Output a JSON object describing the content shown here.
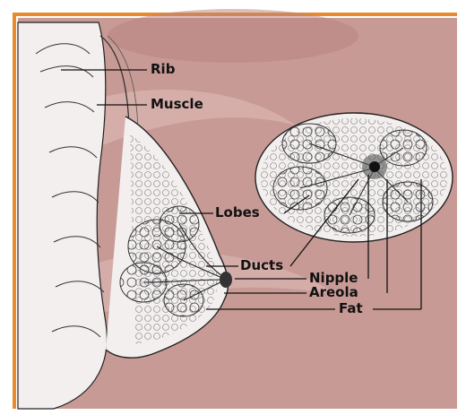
{
  "labels": {
    "rib": "Rib",
    "muscle": "Muscle",
    "lobes": "Lobes",
    "ducts": "Ducts",
    "nipple": "Nipple",
    "areola": "Areola",
    "fat": "Fat"
  },
  "colors": {
    "background_pink": "#c89a96",
    "pink_light": "#e2c2bf",
    "tissue_white": "#f3efef",
    "border_orange": "#e98a2f",
    "ink": "#111111"
  }
}
